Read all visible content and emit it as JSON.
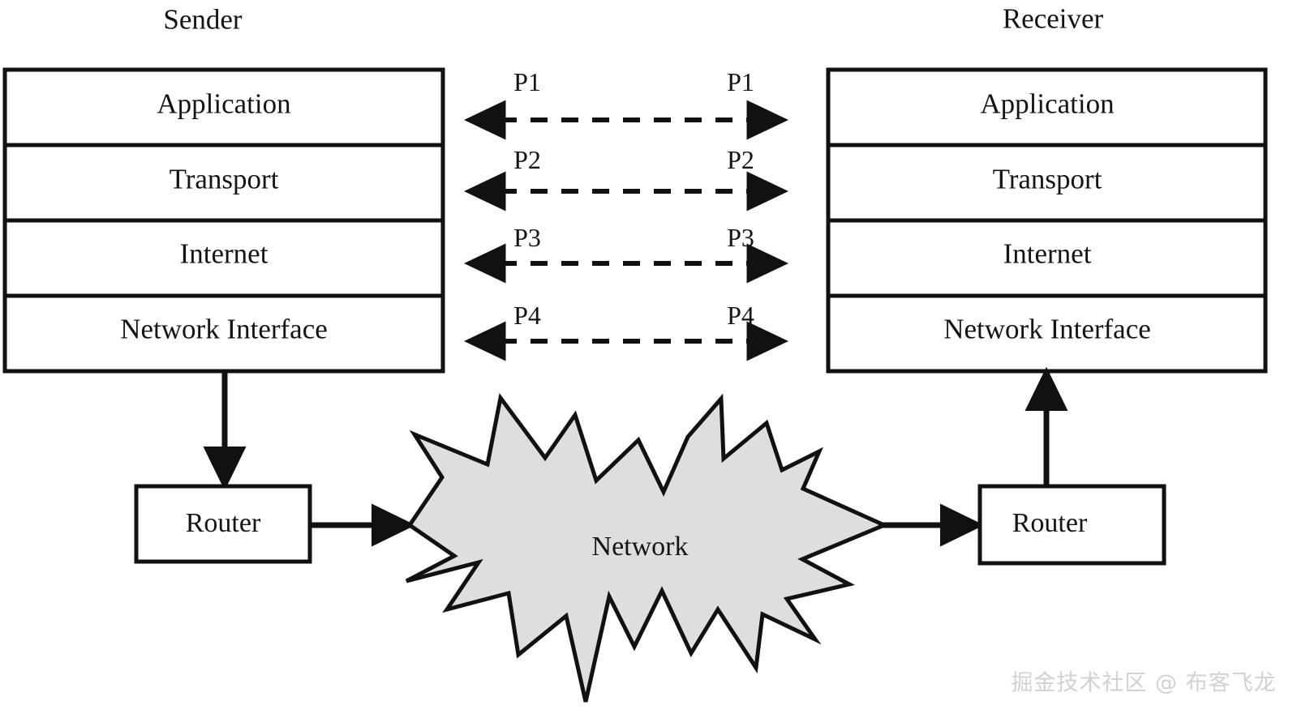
{
  "diagram": {
    "title_left": "Sender",
    "title_right": "Receiver",
    "layers": [
      "Application",
      "Transport",
      "Internet",
      "Network Interface"
    ],
    "peer_links": [
      {
        "label_left": "P1",
        "label_right": "P1"
      },
      {
        "label_left": "P2",
        "label_right": "P2"
      },
      {
        "label_left": "P3",
        "label_right": "P3"
      },
      {
        "label_left": "P4",
        "label_right": "P4"
      }
    ],
    "router_left": "Router",
    "router_right": "Router",
    "network_label": "Network",
    "watermark": "掘金技术社区 @ 布客飞龙",
    "colors": {
      "stroke": "#111111",
      "text": "#141414",
      "network_fill": "#dedede",
      "background": "#ffffff",
      "watermark": "#d2d2d2"
    }
  }
}
